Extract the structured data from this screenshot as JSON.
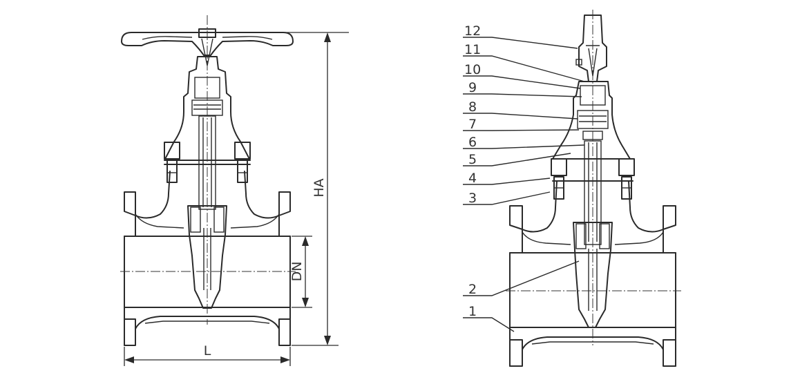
{
  "left_view": {
    "dimensions": {
      "ha_label": "HA",
      "dn_label": "DN",
      "l_label": "L"
    }
  },
  "right_view": {
    "callouts": [
      "12",
      "11",
      "10",
      "9",
      "8",
      "7",
      "6",
      "5",
      "4",
      "3",
      "2",
      "1"
    ]
  }
}
